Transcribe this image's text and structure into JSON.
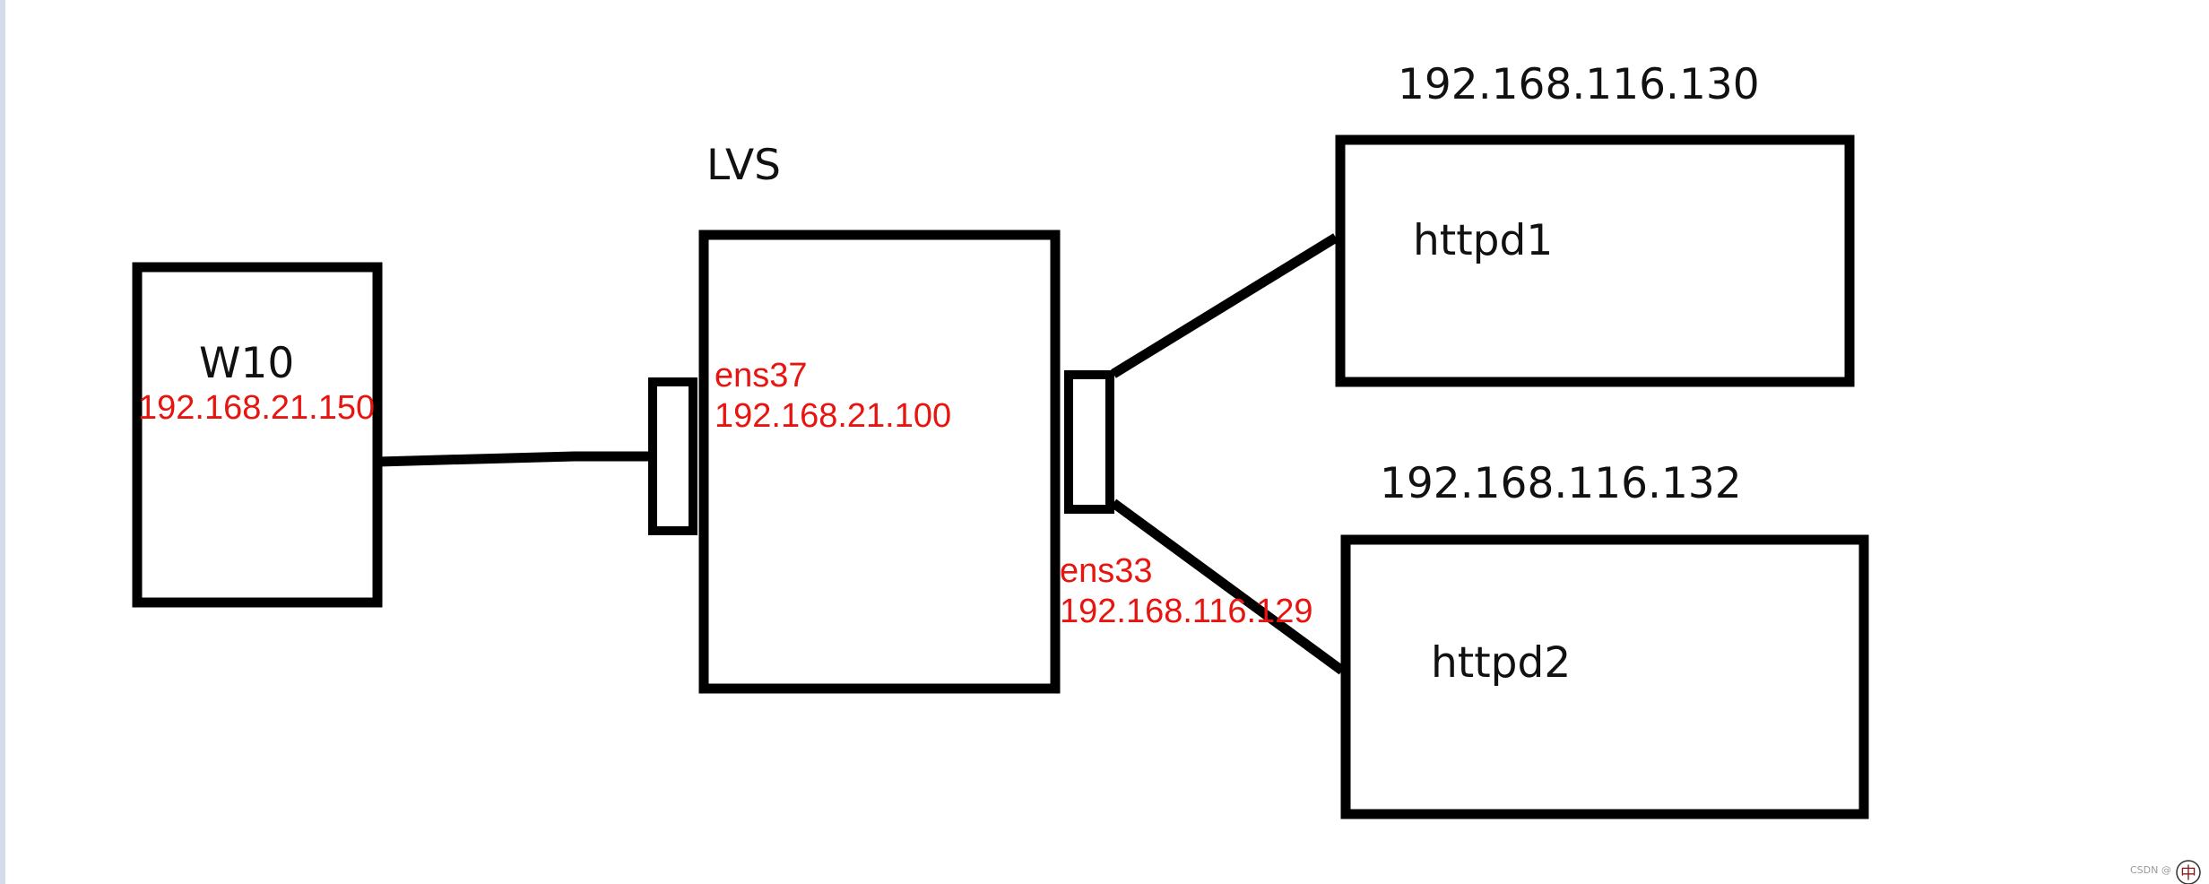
{
  "nodes": {
    "w10": {
      "name": "W10",
      "ip": "192.168.21.150"
    },
    "lvs": {
      "name": "LVS",
      "port_in": {
        "name": "ens37",
        "ip": "192.168.21.100"
      },
      "port_out": {
        "name": "ens33",
        "ip": "192.168.116.129"
      }
    },
    "httpd1": {
      "name": "httpd1",
      "ip": "192.168.116.130"
    },
    "httpd2": {
      "name": "httpd2",
      "ip": "192.168.116.132"
    }
  },
  "edges": [
    {
      "from": "W10",
      "to": "ens37"
    },
    {
      "from": "ens33",
      "to": "httpd1"
    },
    {
      "from": "ens33",
      "to": "httpd2"
    }
  ],
  "colors": {
    "outline": "#000000",
    "node_label": "#111111",
    "interface_label": "#e8140f",
    "background": "#ffffff"
  },
  "watermark": {
    "text": "CSDN @",
    "badge_glyph": "中"
  }
}
